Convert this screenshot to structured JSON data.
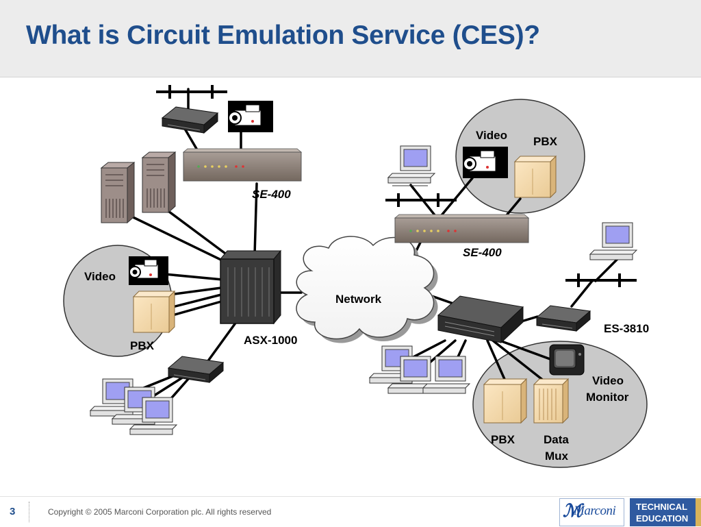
{
  "slide": {
    "title": "What is Circuit Emulation Service (CES)?",
    "page_number": "3",
    "copyright": "Copyright © 2005 Marconi Corporation plc. All rights reserved"
  },
  "diagram": {
    "labels": {
      "video_left": "Video",
      "pbx_left": "PBX",
      "se400_top": "SE-400",
      "asx1000": "ASX-1000",
      "network": "Network",
      "video_right": "Video",
      "pbx_right": "PBX",
      "se400_right": "SE-400",
      "es3810": "ES-3810",
      "video_monitor_1": "Video",
      "video_monitor_2": "Monitor",
      "pbx_bottom": "PBX",
      "data_mux_1": "Data",
      "data_mux_2": "Mux"
    }
  },
  "branding": {
    "company": "Marconi",
    "badge_line1": "TECHNICAL",
    "badge_line2": "EDUCATION"
  },
  "colors": {
    "title": "#1f4e8c",
    "group_fill": "#c8c8c8",
    "cloud": "#ffffff",
    "box_tan": "#f6dcb0",
    "badge": "#2f5aa0",
    "stripe": "#d8b35a"
  }
}
